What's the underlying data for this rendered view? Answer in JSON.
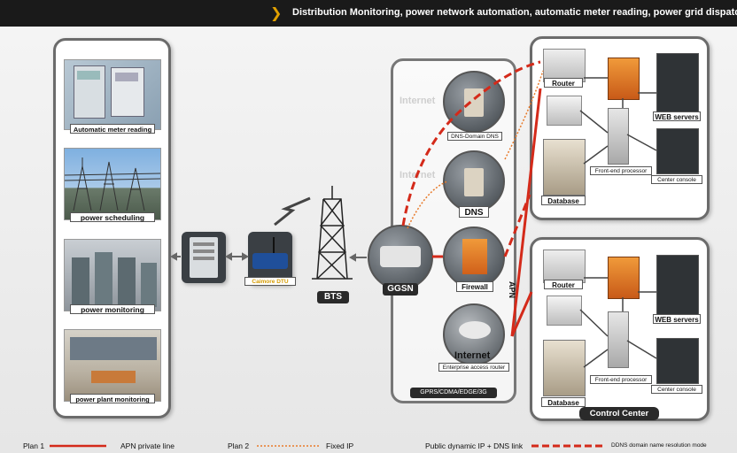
{
  "header": {
    "title": "Distribution Monitoring, power network automation, automatic meter reading, power grid dispatching"
  },
  "applications": [
    {
      "label": "Automatic meter reading"
    },
    {
      "label": "power scheduling"
    },
    {
      "label": "power monitoring"
    },
    {
      "label": "power plant monitoring"
    }
  ],
  "dtu": {
    "label": "Caimore DTU"
  },
  "bts": {
    "label": "BTS"
  },
  "network": {
    "ggsn": "GGSN",
    "internet_1": "Internet",
    "internet_2": "Internet",
    "ddns": "DNS-Domain DNS",
    "dns": "DNS",
    "firewall": "Firewall",
    "internet_router": "Internet",
    "enterprise_router": "Enterprise access router",
    "cloud_label": "GPRS/CDMA/EDGE/3G",
    "apn": "APN"
  },
  "center_top": {
    "router": "Router",
    "web": "WEB servers",
    "frontend": "Front-end processor",
    "database": "Database",
    "console": "Center console"
  },
  "center_bottom": {
    "router": "Router",
    "web": "WEB servers",
    "frontend": "Front-end processor",
    "database": "Database",
    "console": "Center console",
    "title": "Control Center"
  },
  "legend": {
    "plan1": "Plan 1",
    "plan1_desc": "APN private line",
    "plan2": "Plan 2",
    "plan2_desc": "Fixed IP",
    "plan3": "Public dynamic IP + DNS link",
    "plan3_desc": "DDNS domain name resolution mode"
  },
  "colors": {
    "red": "#d42a1a",
    "orange": "#e87a2a",
    "panel_border": "#6b6b6b",
    "header_bg": "#1a1a1a",
    "accent": "#e0a000"
  },
  "icons": {
    "header": "chevron-right-icon",
    "antenna": "lightning-signal-icon"
  }
}
